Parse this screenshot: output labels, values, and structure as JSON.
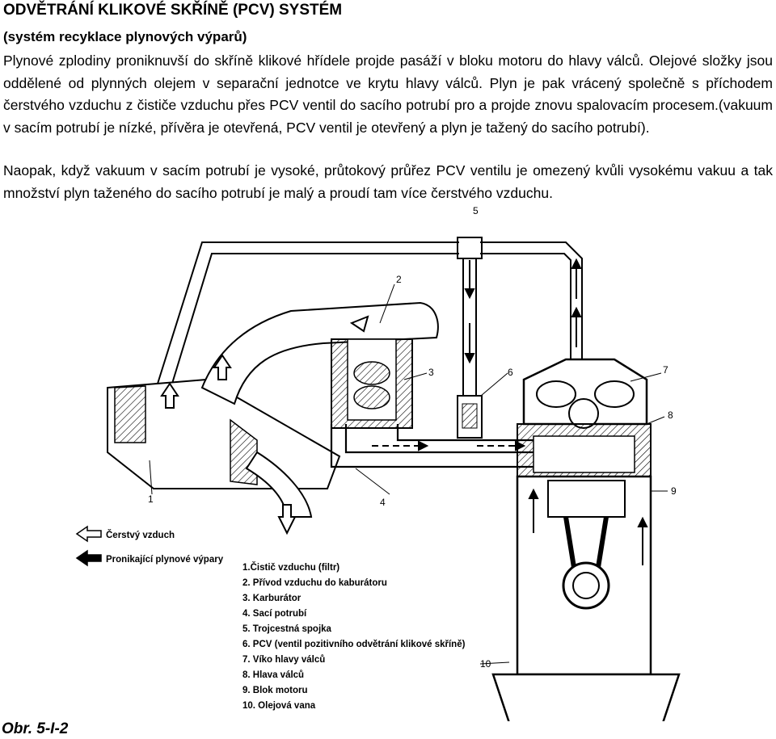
{
  "document": {
    "title": "ODVĚTRÁNÍ KLIKOVÉ SKŘÍNĚ (PCV) SYSTÉM",
    "subtitle": "(systém recyklace plynových výparů)",
    "paragraph_1": "Plynové zplodiny  proniknuvší do skříně klikové hřídele projde pasáží v bloku motoru do hlavy válců. Olejové složky jsou oddělené od plynných olejem v separační jednotce ve krytu hlavy válců. Plyn je pak vrácený společně s příchodem čerstvého vzduchu z čističe vzduchu přes PCV ventil do sacího potrubí pro a projde znovu spalovacím procesem.(vakuum v sacím potrubí je nízké, přívěra je otevřená, PCV ventil je otevřený a plyn je tažený do sacího potrubí).",
    "paragraph_2": "Naopak, když vakuum v sacím potrubí je vysoké, průtokový průřez PCV ventilu je omezený kvůli vysokému vakuu a tak množství plyn taženého do sacího potrubí je malý a proudí tam více čerstvého vzduchu.",
    "figure_label": "Obr. 5-I-2"
  },
  "diagram": {
    "arrow_legend": {
      "fresh_air": "Čerstvý vzduch",
      "blowby_gas": "Pronikající plynové výpary"
    },
    "callout_numbers": [
      "1",
      "2",
      "3",
      "4",
      "5",
      "6",
      "7",
      "8",
      "9",
      "10"
    ],
    "parts_list": [
      "1.Čistič vzduchu (filtr)",
      "2. Přívod vzduchu do kaburátoru",
      "3. Karburátor",
      "4. Sací potrubí",
      "5. Trojcestná spojka",
      "6. PCV (ventil pozitivního odvětrání klikové skříně)",
      "7. Víko hlavy válců",
      "8. Hlava válců",
      "9. Blok motoru",
      "10. Olejová vana"
    ]
  }
}
